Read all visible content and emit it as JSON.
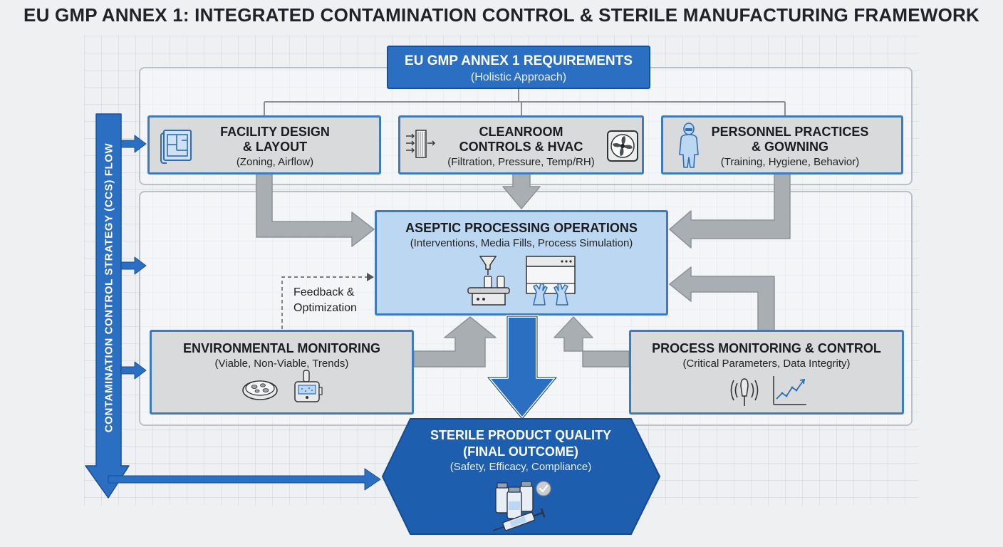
{
  "page_title": "EU GMP ANNEX 1: INTEGRATED CONTAMINATION CONTROL & STERILE MANUFACTURING FRAMEWORK",
  "requirements": {
    "title": "EU GMP ANNEX 1 REQUIREMENTS",
    "subtitle": "(Holistic Approach)"
  },
  "facility": {
    "title_line1": "FACILITY DESIGN",
    "title_line2": "& LAYOUT",
    "subtitle": "(Zoning, Airflow)",
    "icon": "blueprint-icon"
  },
  "cleanroom": {
    "title_line1": "CLEANROOM",
    "title_line2": "CONTROLS & HVAC",
    "subtitle": "(Filtration, Pressure, Temp/RH)",
    "icons": [
      "air-filter-icon",
      "fan-icon"
    ]
  },
  "personnel": {
    "title_line1": "PERSONNEL PRACTICES",
    "title_line2": "& GOWNING",
    "subtitle": "(Training, Hygiene, Behavior)",
    "icon": "gowned-person-icon"
  },
  "aseptic": {
    "title": "ASEPTIC PROCESSING OPERATIONS",
    "subtitle": "(Interventions, Media Fills, Process Simulation)",
    "icons": [
      "filling-line-icon",
      "glovebox-isolator-icon"
    ]
  },
  "feedback": {
    "line1": "Feedback &",
    "line2": "Optimization"
  },
  "environmental": {
    "title": "ENVIRONMENTAL MONITORING",
    "subtitle": "(Viable, Non-Viable, Trends)",
    "icons": [
      "petri-dish-icon",
      "particle-counter-icon"
    ]
  },
  "process": {
    "title": "PROCESS MONITORING & CONTROL",
    "subtitle": "(Critical Parameters, Data Integrity)",
    "icons": [
      "sensor-icon",
      "trend-chart-icon"
    ]
  },
  "final": {
    "title_line1": "STERILE PRODUCT QUALITY",
    "title_line2": "(FINAL OUTCOME)",
    "subtitle": "(Safety, Efficacy, Compliance)",
    "icons": [
      "vials-icon",
      "checkmark-icon",
      "syringe-icon"
    ]
  },
  "flow_label": "CONTAMINATION CONTROL STRATEGY (CCS) FLOW",
  "colors": {
    "primary_blue": "#2a6fc2",
    "dark_blue": "#1c4f8f",
    "light_blue": "#bcd7f1",
    "box_gray": "#d8dadc",
    "arrow_gray": "#a9aeb3",
    "border_blue": "#3d7bbd"
  }
}
